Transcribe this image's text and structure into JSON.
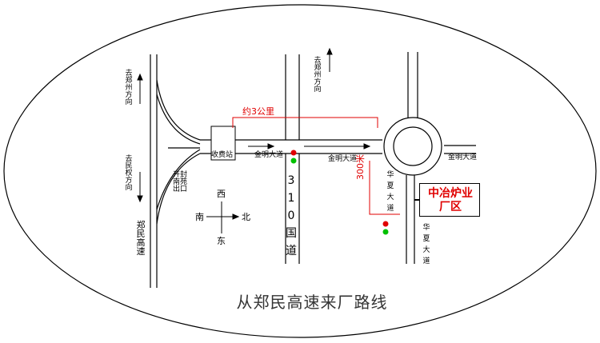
{
  "title": "从郑民高速来厂路线",
  "factory": {
    "name_line1": "中冶炉业",
    "name_line2": "厂区"
  },
  "labels": {
    "to_zhengzhou_left": "去郑州方向",
    "to_minquan": "去民权方向",
    "zhengmin_expressway": "郑民高速",
    "toll_station": "收费站",
    "kaifeng_south_exit": "开封南苑出口",
    "jinming_road_1": "金明大道",
    "jinming_road_2": "金明大道",
    "jinming_road_3": "金明大道",
    "national_road_310": "310国道",
    "to_zhengzhou_top": "去郑州方向",
    "huaxia_road_1": "华夏大道",
    "huaxia_road_2": "华夏大道",
    "distance_3km": "约3公里",
    "distance_300m": "300米"
  },
  "compass": {
    "north": "北",
    "south": "南",
    "east": "东",
    "west": "西"
  },
  "colors": {
    "route": "#e00000",
    "signal_red": "#e00000",
    "signal_green": "#00c000",
    "road": "#000000"
  }
}
